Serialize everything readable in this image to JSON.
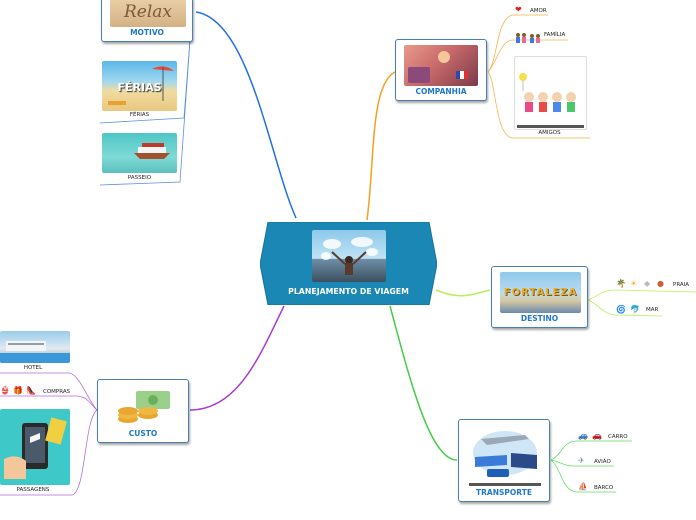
{
  "central": {
    "title": "PLANEJAMENTO DE VIAGEM"
  },
  "branches": {
    "motivo": {
      "title": "MOTIVO",
      "image_text": "Relax"
    },
    "companhia": {
      "title": "COMPANHIA"
    },
    "destino": {
      "title": "DESTINO",
      "image_text": "FORTALEZA"
    },
    "transporte": {
      "title": "TRANSPORTE"
    },
    "custo": {
      "title": "CUSTO"
    }
  },
  "subtopics": {
    "ferias": {
      "label": "FÉRIAS",
      "image_text": "FÉRIAS"
    },
    "passeio": {
      "label": "PASSEIO"
    },
    "amor": {
      "label": "AMOR"
    },
    "familia": {
      "label": "FAMÍLIA"
    },
    "amigos": {
      "label": "AMIGOS"
    },
    "praia": {
      "label": "PRAIA"
    },
    "mar": {
      "label": "MAR"
    },
    "carro": {
      "label": "CARRO"
    },
    "aviao": {
      "label": "AVIÃO"
    },
    "barco": {
      "label": "BARCO"
    },
    "hotel": {
      "label": "HOTEL"
    },
    "compras": {
      "label": "COMPRAS"
    },
    "passagens": {
      "label": "PASSAGENS"
    }
  },
  "colors": {
    "central_fill": "#1a87b4",
    "motivo_line": "#1f6fe5",
    "companhia_line": "#f5a020",
    "destino_line": "#b8f05a",
    "transporte_line": "#44cc44",
    "custo_line": "#a83ad8",
    "title_text": "#1f78c8"
  }
}
